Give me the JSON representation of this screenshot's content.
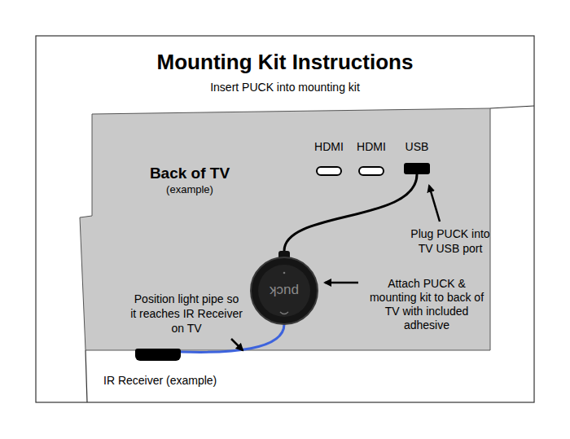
{
  "diagram": {
    "title": "Mounting Kit Instructions",
    "nodes": [
      {
        "text": [
          "Back of TV",
          "(example)"
        ]
      },
      {
        "text": [
          "HDMI"
        ],
        "in": 0
      },
      {
        "text": [
          "HDMI"
        ],
        "in": 0
      },
      {
        "text": [
          "USB"
        ],
        "in": 0
      },
      {
        "text": [
          "puck"
        ],
        "in": 0
      },
      {
        "text": [
          "IR Receiver (example)"
        ]
      }
    ],
    "edges": [
      {
        "from": 3,
        "to": 4,
        "arrow": "none"
      },
      {
        "from": 4,
        "to": 5,
        "arrow": "none"
      }
    ],
    "labels": [
      "Insert PUCK into mounting kit",
      "Plug PUCK into TV USB port",
      "Attach PUCK & mounting kit to back of TV with included adhesive",
      "Position light pipe so it reaches IR Receiver on TV"
    ]
  }
}
